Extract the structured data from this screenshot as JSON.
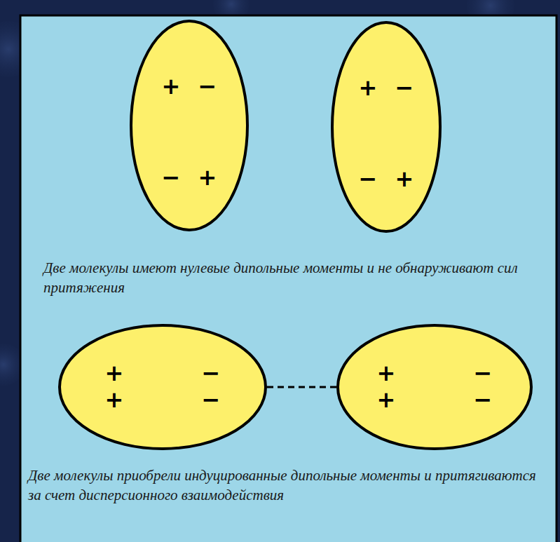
{
  "diagram": {
    "nodes": [
      {
        "text": [
          "+ −",
          "− +"
        ]
      },
      {
        "text": [
          "+ −",
          "− +"
        ]
      },
      {
        "text": [
          "+ −",
          "+ −"
        ]
      },
      {
        "text": [
          "+ −",
          "+ −"
        ]
      }
    ],
    "edges": [
      {
        "from": 2,
        "to": 3,
        "arrow": "none"
      }
    ],
    "labels": [
      "Две молекулы имеют нулевые дипольные моменты и не обнаруживают сил притяжения",
      "Две молекулы приобрели индуцированные дипольные моменты и притягиваются за счет дисперсионного взаимодействия"
    ]
  }
}
